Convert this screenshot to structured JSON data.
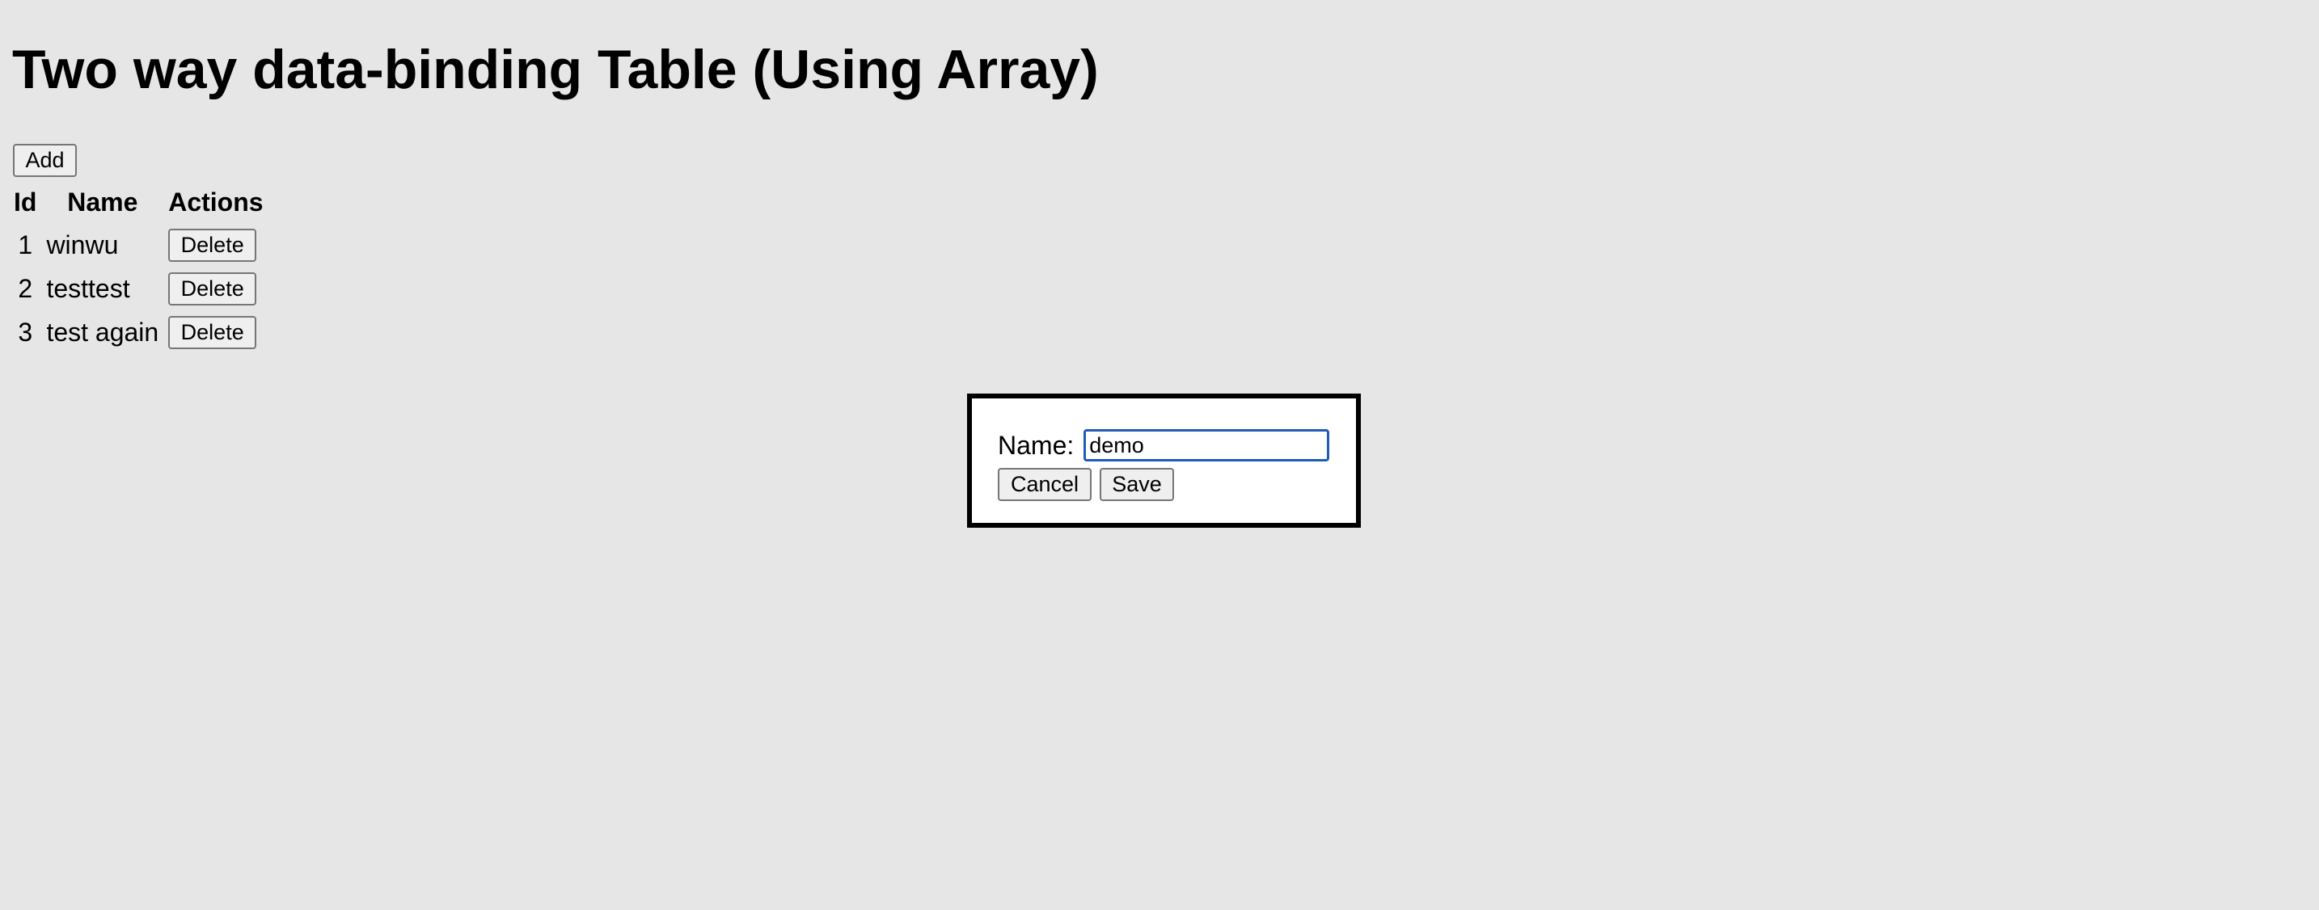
{
  "page": {
    "title": "Two way data-binding Table (Using Array)"
  },
  "toolbar": {
    "add_label": "Add"
  },
  "table": {
    "headers": {
      "id": "Id",
      "name": "Name",
      "actions": "Actions"
    },
    "rows": [
      {
        "id": "1",
        "name": "winwu",
        "action_label": "Delete"
      },
      {
        "id": "2",
        "name": "testtest",
        "action_label": "Delete"
      },
      {
        "id": "3",
        "name": "test again",
        "action_label": "Delete"
      }
    ]
  },
  "dialog": {
    "name_label": "Name:",
    "name_value": "demo",
    "cancel_label": "Cancel",
    "save_label": "Save"
  },
  "colors": {
    "background": "#e6e6e6",
    "dialog_border": "#000000",
    "input_focus_border": "#1f5bb8"
  }
}
